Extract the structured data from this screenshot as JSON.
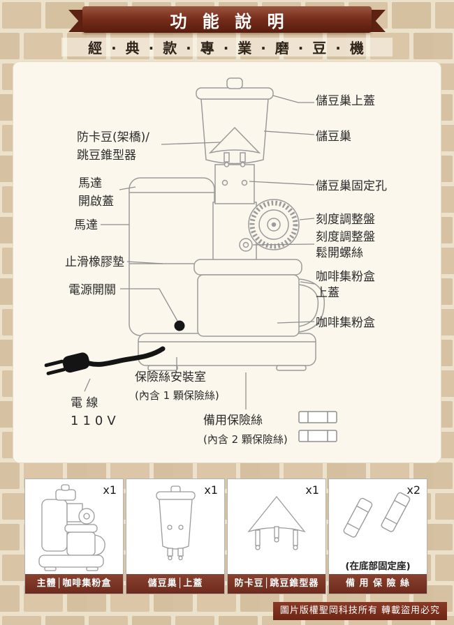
{
  "header": {
    "title": "功 能 說 明",
    "subtitle": "經 · 典 · 款 · 專 · 業 · 磨 · 豆 · 機"
  },
  "callouts": {
    "hopper_lid": "儲豆巢上蓋",
    "hopper": "儲豆巢",
    "hopper_fix_hole": "儲豆巢固定孔",
    "dial": "刻度調整盤",
    "dial_screw_l1": "刻度調整盤",
    "dial_screw_l2": "鬆開螺絲",
    "box_lid_l1": "咖啡集粉盒",
    "box_lid_l2": "上蓋",
    "box": "咖啡集粉盒",
    "cone_l1": "防卡豆(架橋)/",
    "cone_l2": "跳豆錐型器",
    "motor_cover_l1": "馬達",
    "motor_cover_l2": "開啟蓋",
    "motor": "馬達",
    "rubber_pad": "止滑橡膠墊",
    "power_switch": "電源開關",
    "cord_l1": "電 線",
    "cord_l2": "110V",
    "fuse_room_l1": "保險絲安裝室",
    "fuse_room_l2": "(內含 1 顆保險絲)",
    "spare_fuse_l1": "備用保險絲",
    "spare_fuse_l2": "(內含 2 顆保險絲)"
  },
  "parts": [
    {
      "qty": "x1",
      "label": "主體│咖啡集粉盒"
    },
    {
      "qty": "x1",
      "label": "儲豆巢│上蓋"
    },
    {
      "qty": "x1",
      "label": "防卡豆│跳豆錐型器"
    },
    {
      "qty": "x2",
      "label": "備 用 保 險 絲",
      "note": "(在底部固定座)"
    }
  ],
  "footer": {
    "copyright": "圖片版權聖岡科技所有 轉載盜用必究"
  },
  "colors": {
    "ribbon": "#6e2917",
    "label_bar": "#7c3526",
    "panel": "#fbf7ed",
    "brick": "#d9c5a6"
  }
}
